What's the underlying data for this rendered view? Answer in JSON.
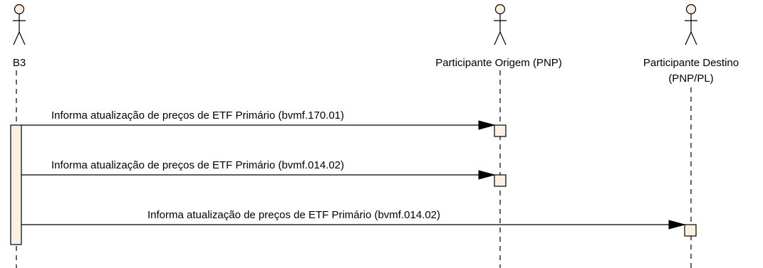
{
  "colors": {
    "actor_head_fill": "#fbeee0",
    "activation_fill": "#fdf0e3",
    "line": "#000000",
    "background": "#ffffff"
  },
  "actors": [
    {
      "id": "b3",
      "label_lines": [
        "B3"
      ]
    },
    {
      "id": "origem",
      "label_lines": [
        "Participante Origem (PNP)"
      ]
    },
    {
      "id": "destino",
      "label_lines": [
        "Participante Destino",
        "(PNP/PL)"
      ]
    }
  ],
  "messages": [
    {
      "from": "b3",
      "to": "origem",
      "label": "Informa atualização de preços de ETF Primário (bvmf.170.01)"
    },
    {
      "from": "b3",
      "to": "origem",
      "label": "Informa atualização de preços de ETF Primário (bvmf.014.02)"
    },
    {
      "from": "b3",
      "to": "destino",
      "label": "Informa atualização de preços de ETF Primário (bvmf.014.02)"
    }
  ]
}
